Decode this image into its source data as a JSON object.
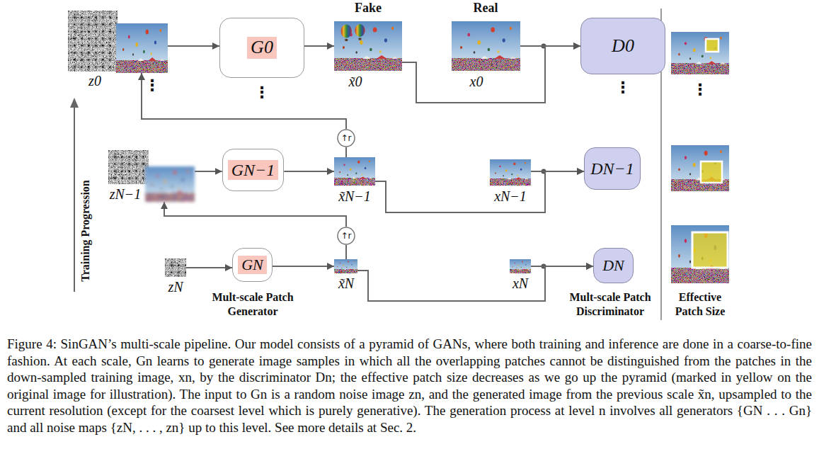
{
  "diagram": {
    "caption": "Figure 4: SinGAN’s multi-scale pipeline. Our model consists of a pyramid of GANs, where both training and inference are done in a coarse-to-fine fashion. At each scale, Gn learns to generate image samples in which all the overlapping patches cannot be distinguished from the patches in the down-sampled training image, xn, by the discriminator Dn; the effective patch size decreases as we go up the pyramid (marked in yellow on the original image for illustration). The input to Gn is a random noise image zn, and the generated image from the previous scale x̃n, upsampled to the current resolution (except for the coarsest level which is purely generative). The generation process at level n involves all generators {GN . . . Gn} and all noise maps {zN, . . . , zn} up to this level. See more details at Sec. 2.",
    "nodes": [
      {
        "text": [
          "z0"
        ]
      },
      {
        "text": [
          "G0"
        ]
      },
      {
        "text": [
          "Fake",
          "x̃0"
        ]
      },
      {
        "text": [
          "Real",
          "x0"
        ]
      },
      {
        "text": [
          "D0"
        ]
      },
      {
        "text": [
          "zN−1"
        ]
      },
      {
        "text": [
          "GN−1"
        ]
      },
      {
        "text": [
          "x̃N−1"
        ]
      },
      {
        "text": [
          "xN−1"
        ]
      },
      {
        "text": [
          "DN−1"
        ]
      },
      {
        "text": [
          "zN"
        ]
      },
      {
        "text": [
          "GN"
        ]
      },
      {
        "text": [
          "x̃N"
        ]
      },
      {
        "text": [
          "xN"
        ]
      },
      {
        "text": [
          "DN"
        ]
      },
      {
        "text": [
          "↑r"
        ]
      },
      {
        "text": [
          "↑r"
        ]
      }
    ],
    "edges": [
      {
        "from": 0,
        "to": 1,
        "arrow": "to"
      },
      {
        "from": 1,
        "to": 2,
        "arrow": "to"
      },
      {
        "from": 3,
        "to": 4,
        "arrow": "to"
      },
      {
        "from": 2,
        "to": 4,
        "arrow": "to"
      },
      {
        "from": 5,
        "to": 6,
        "arrow": "to"
      },
      {
        "from": 6,
        "to": 7,
        "arrow": "to"
      },
      {
        "from": 8,
        "to": 9,
        "arrow": "to"
      },
      {
        "from": 7,
        "to": 9,
        "arrow": "to"
      },
      {
        "from": 10,
        "to": 11,
        "arrow": "to"
      },
      {
        "from": 11,
        "to": 12,
        "arrow": "to"
      },
      {
        "from": 13,
        "to": 14,
        "arrow": "to"
      },
      {
        "from": 12,
        "to": 14,
        "arrow": "to"
      },
      {
        "from": 12,
        "to": 16,
        "arrow": "none"
      },
      {
        "from": 16,
        "to": 5,
        "arrow": "to"
      },
      {
        "from": 7,
        "to": 15,
        "arrow": "none"
      },
      {
        "from": 15,
        "to": 0,
        "arrow": "to"
      }
    ],
    "labels": [
      "⋮",
      "⋮",
      "⋮",
      "⋮",
      "Training Progression",
      "Mult-scale Patch Generator",
      "Mult-scale Patch Discriminator",
      "Effective Patch Size"
    ]
  }
}
